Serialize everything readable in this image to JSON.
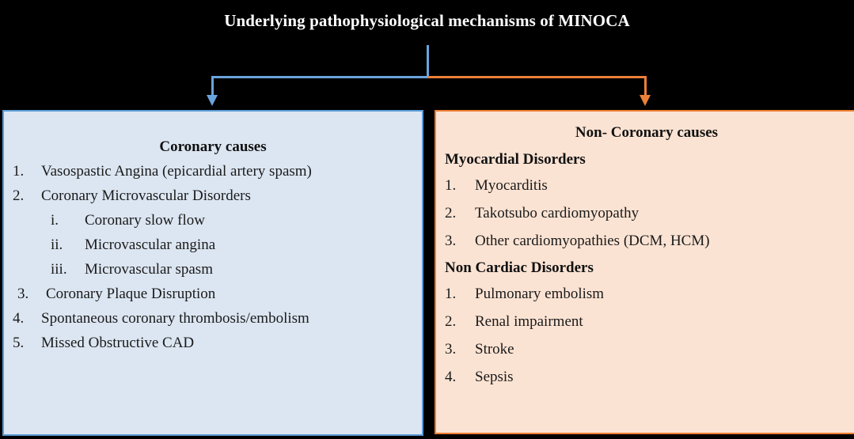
{
  "title": "Underlying pathophysiological mechanisms  of MINOCA",
  "colors": {
    "background": "#000000",
    "title_text": "#ffffff",
    "coronary_fill": "#dce6f2",
    "coronary_border": "#5b9bd5",
    "noncoronary_fill": "#fbe3d3",
    "noncoronary_border": "#ed7d31",
    "connector_left": "#6aa4dd",
    "connector_right": "#ed8038"
  },
  "coronary": {
    "heading": "Coronary causes",
    "items": [
      {
        "marker": "1.",
        "text": "Vasospastic Angina (epicardial artery spasm)",
        "level": 1
      },
      {
        "marker": "2.",
        "text": "Coronary Microvascular Disorders",
        "level": 1
      },
      {
        "marker": "i.",
        "text": "Coronary slow flow",
        "level": 2
      },
      {
        "marker": "ii.",
        "text": "Microvascular angina",
        "level": 2
      },
      {
        "marker": "iii.",
        "text": "Microvascular spasm",
        "level": 2
      },
      {
        "marker": "3.",
        "text": "Coronary Plaque Disruption",
        "level": 1,
        "extra_indent": true
      },
      {
        "marker": "4.",
        "text": "Spontaneous coronary thrombosis/embolism",
        "level": 1
      },
      {
        "marker": "5.",
        "text": "Missed Obstructive CAD",
        "level": 1
      }
    ]
  },
  "noncoronary": {
    "heading": "Non- Coronary causes",
    "sections": [
      {
        "heading": "Myocardial Disorders",
        "items": [
          {
            "marker": "1.",
            "text": "Myocarditis"
          },
          {
            "marker": "2.",
            "text": "Takotsubo cardiomyopathy"
          },
          {
            "marker": "3.",
            "text": "Other cardiomyopathies (DCM, HCM)"
          }
        ]
      },
      {
        "heading": "Non Cardiac Disorders",
        "items": [
          {
            "marker": "1.",
            "text": "Pulmonary embolism"
          },
          {
            "marker": "2.",
            "text": "Renal impairment"
          },
          {
            "marker": "3.",
            "text": "Stroke"
          },
          {
            "marker": "4.",
            "text": "Sepsis"
          }
        ]
      }
    ]
  }
}
